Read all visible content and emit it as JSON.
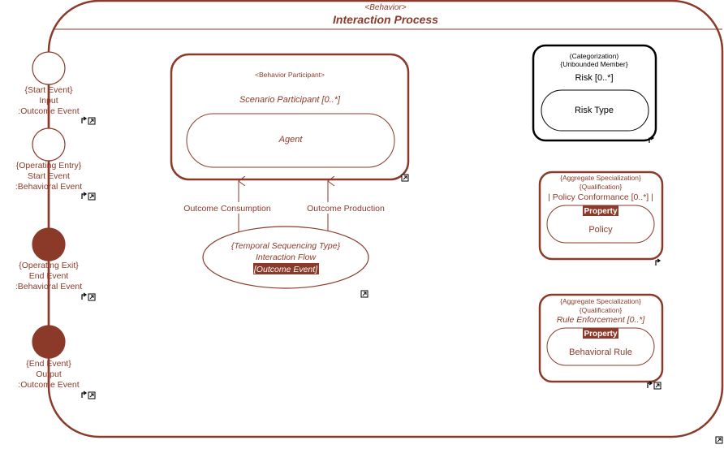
{
  "colors": {
    "border": "#8b3a2a",
    "event_fill": "#8b3a2a",
    "category_border": "#000000",
    "tag_bg": "#8b3a2a",
    "tag_text": "#ffffff"
  },
  "process": {
    "stereotype": "<Behavior>",
    "title": "Interaction Process"
  },
  "events": [
    {
      "stereotype": "{Start Event}",
      "name": "Input",
      "type": ":Outcome Event",
      "filled": false
    },
    {
      "stereotype": "{Operating Entry}",
      "name": "Start Event",
      "type": ":Behavioral Event",
      "filled": false
    },
    {
      "stereotype": "{Operating Exit}",
      "name": "End Event",
      "type": ":Behavioral Event",
      "filled": true
    },
    {
      "stereotype": "{End Event}",
      "name": "Output",
      "type": ":Outcome Event",
      "filled": true
    }
  ],
  "participant": {
    "stereotype": "<Behavior Participant>",
    "title": "Scenario Participant [0..*]",
    "inner": "Agent"
  },
  "flows": {
    "consumption": "Outcome Consumption",
    "production": "Outcome Production"
  },
  "interaction_flow": {
    "stereotype": "{Temporal Sequencing Type}",
    "name": "Interaction Flow",
    "tag": "[Outcome Event]"
  },
  "risk": {
    "stereotype1": "(Categorization)",
    "stereotype2": "{Unbounded Member}",
    "title": "Risk [0..*]",
    "inner": "Risk Type"
  },
  "policy": {
    "stereotype1": "{Aggregate Specialization}",
    "stereotype2": "{Qualification}",
    "title": "| Policy Conformance [0..*] |",
    "tag": "Property",
    "inner": "Policy"
  },
  "rule": {
    "stereotype1": "{Aggregate Specialization}",
    "stereotype2": "{Qualification}",
    "title": "Rule Enforcement [0..*]",
    "tag": "Property",
    "inner": "Behavioral Rule"
  },
  "icons": [
    "corner-arrow-icon",
    "link-icon"
  ]
}
